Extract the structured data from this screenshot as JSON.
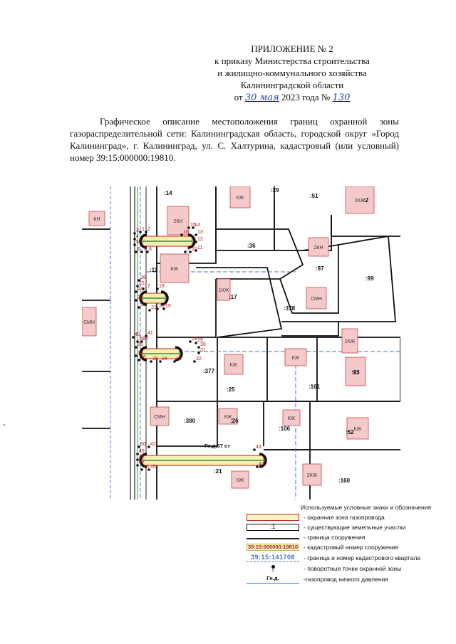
{
  "appendix": {
    "title": "ПРИЛОЖЕНИЕ № 2",
    "line1": "к приказу Министерства строительства",
    "line2": "и жилищно-коммунального хозяйства",
    "line3": "Калининградской области",
    "date_prefix": "от",
    "date_handwritten": "30 мая",
    "date_year": "2023 года №",
    "number_handwritten": "130"
  },
  "description": "Графическое описание местоположения границ охранной зоны газораспределительной сети: Калининградская область, городской округ «Город Калининград», г. Калининград, ул. С. Халтурина, кадастровый (или условный) номер 39:15:000000:19810.",
  "map": {
    "parcels": [
      ":14",
      ":29",
      ":51",
      ":2",
      ":36",
      ":97",
      ":99",
      ":11",
      ":17",
      ":378",
      ":377",
      ":25",
      ":161",
      ":13",
      ":380",
      ":26",
      ":106",
      ":52",
      ":21",
      ":160"
    ],
    "building_marks": [
      "2КЖ",
      "КЖ",
      "КН",
      "2КН",
      "СМН",
      "1КЖ",
      "2КН",
      "КЖ",
      "СМН",
      "2КЖ",
      "КЖ",
      "КЖ",
      "КН",
      "СМН",
      "КЖ",
      "КЖ",
      "КЖ",
      "КЖ",
      "2КЖ"
    ],
    "points": [
      "1",
      "2",
      "3",
      "4",
      "5",
      "6",
      "7",
      "8",
      "9",
      "10",
      "11",
      "12",
      "13",
      "14",
      "15",
      "16",
      "17",
      "18",
      "19",
      "20",
      "21",
      "22",
      "23",
      "24",
      "25",
      "26",
      "27",
      "28",
      "29",
      "30",
      "31",
      "32",
      "33",
      "34",
      "35",
      "36",
      "37",
      "38",
      "39",
      "40",
      "41",
      "42",
      "43",
      "44",
      "45",
      "46",
      "47",
      "48",
      "49",
      "50"
    ],
    "gas_label": "Гн.д.57 ст"
  },
  "legend": {
    "title": "Используемые условные знаки и обозначения",
    "items": [
      {
        "symbol": "",
        "text": "- охранная зона газопровода"
      },
      {
        "symbol": ":1",
        "text": "- существующие земельные участки"
      },
      {
        "symbol": "",
        "text": "- граница сооружения"
      },
      {
        "symbol": "39:15:000000:19810",
        "text": "- кадастровый номер сооружения"
      },
      {
        "symbol": "39:15:141708",
        "text": "- граница и номер  кадастрового квартала"
      },
      {
        "symbol": "1",
        "text": "- поворотные точки охранной зоны"
      },
      {
        "symbol": "Гн.д.",
        "text": "-газопровод низкого давления"
      }
    ]
  },
  "colors": {
    "zone_fill": "#f3f0b0",
    "zone_border": "#c52222",
    "gas_line": "#2f8f3a",
    "quarter_border": "#4a6fd1",
    "building_fill": "#f5c9c9",
    "building_stroke": "#c24a4a",
    "points_label": "#b51d1d",
    "handwriting": "#2b43a8"
  }
}
